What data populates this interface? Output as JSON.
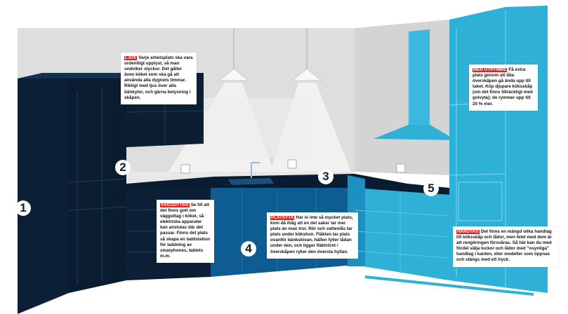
{
  "markers": [
    "1",
    "2",
    "3",
    "4",
    "5"
  ],
  "callouts": {
    "ljus": {
      "tag": "LJUS",
      "text": "Varje arbetsplats ska vara ordentligt upplyst, så man undviker olyckor. Det gäller även köket som ska gå att använda alla dygnets timmar. Rikligt med ljus över alla bänkytor, och gärna belysning i skåpen."
    },
    "vaggutag": {
      "tag": "VÄGGUTTAG",
      "text": "Se till att det finns gott om vägguttag i köket, så elektriska apparater kan anslutas där det passar. Finns det plats så skapa en laddstation för laddning av smarphones, tablets m.m."
    },
    "platsyta": {
      "tag": "PLATSYTA",
      "text": "Har ni inte så mycket plats, kom då ihåg att en del saker tar mer plats än man tror. Rör och vattenlås tar plats under kökshon. Fläkten tar plats ovanför bänkskivan, hällen fyller lådan under den, och ligger fläktröret i överskåpen ryker den översta hyllan."
    },
    "merutrymme": {
      "tag": "MER UTRYMME",
      "text": "Få extra plats genom att låta överskåpen gå ända upp till taket. Köp djupare köksskåp (om det finns tillräckligt med golvyta); de rymmer upp till 20 % mer."
    },
    "handtag": {
      "tag": "HANDTAG",
      "text": "Det finns en mängd olika handtag till köksskåp och lådor, men felet med dem är att rengöringen försvåras. Så här kan du med fördel välja luckor och lådor med \"osynliga\" handtag i kanten, eller modeller som öppnas och stängs med ett tryck."
    }
  },
  "colors": {
    "dark": "#0b2036",
    "mid": "#0d5d93",
    "light": "#2fb0d6",
    "wall": "#dcdcdc",
    "accent": "#e2231a"
  }
}
